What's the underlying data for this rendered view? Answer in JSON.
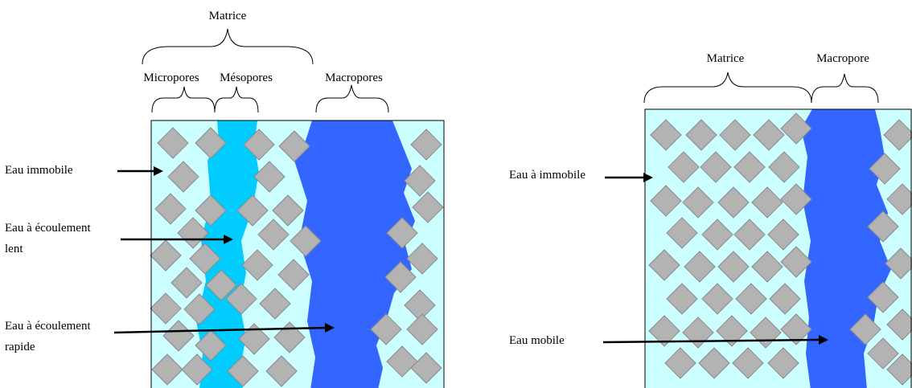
{
  "left_diagram": {
    "matrice_label": "Matrice",
    "micropores_label": "Micropores",
    "mesopores_label": "Mésopores",
    "macropores_label": "Macropores",
    "eau_immobile_label": "Eau immobile",
    "eau_lent_line1": "Eau à écoulement",
    "eau_lent_line2": "lent",
    "eau_rapide_line1": "Eau à écoulement",
    "eau_rapide_line2": "rapide"
  },
  "right_diagram": {
    "matrice_label": "Matrice",
    "macropore_label": "Macropore",
    "eau_immobile_label": "Eau à immobile",
    "eau_mobile_label": "Eau mobile"
  },
  "colors": {
    "matrix_water": "#ccffff",
    "mesopore_water": "#00ccff",
    "macropore_water": "#3366ff",
    "particle_fill": "#b3b3b3",
    "particle_stroke": "#8a8a8a",
    "frame": "#000000"
  }
}
